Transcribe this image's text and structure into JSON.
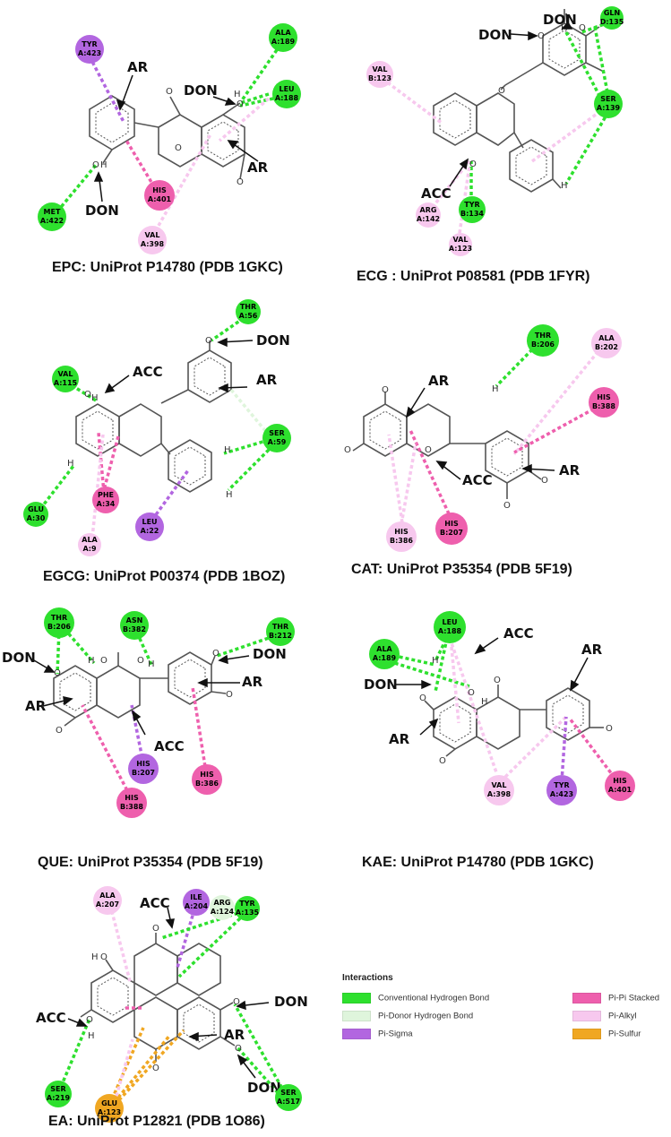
{
  "colors": {
    "conventional_hbond": "#2ee02e",
    "pi_donor_hbond": "#dff5dc",
    "pi_sigma": "#b266e0",
    "pi_pi_stacked": "#ee5fad",
    "pi_alkyl": "#f7c8ee",
    "pi_sulfur": "#f0a722"
  },
  "legend": {
    "title": "Interactions",
    "items": [
      {
        "label": "Conventional Hydrogen Bond",
        "color": "#2ee02e"
      },
      {
        "label": "Pi-Donor Hydrogen Bond",
        "color": "#dff5dc"
      },
      {
        "label": "Pi-Sigma",
        "color": "#b266e0"
      },
      {
        "label": "Pi-Pi Stacked",
        "color": "#ee5fad"
      },
      {
        "label": "Pi-Alkyl",
        "color": "#f7c8ee"
      },
      {
        "label": "Pi-Sulfur",
        "color": "#f0a722"
      }
    ]
  },
  "panels": [
    {
      "id": "epc",
      "caption": "EPC: UniProt P14780 (PDB 1GKC)",
      "residues": [
        {
          "name": "TYR",
          "id": "A:423",
          "type": "pi_sigma"
        },
        {
          "name": "ALA",
          "id": "A:189",
          "type": "conventional_hbond"
        },
        {
          "name": "LEU",
          "id": "A:188",
          "type": "conventional_hbond"
        },
        {
          "name": "MET",
          "id": "A:422",
          "type": "conventional_hbond"
        },
        {
          "name": "HIS",
          "id": "A:401",
          "type": "pi_pi_stacked"
        },
        {
          "name": "VAL",
          "id": "A:398",
          "type": "pi_alkyl"
        }
      ],
      "annotations": [
        "AR",
        "DON",
        "AR",
        "DON"
      ]
    },
    {
      "id": "ecg",
      "caption": "ECG : UniProt P08581 (PDB 1FYR)",
      "residues": [
        {
          "name": "GLN",
          "id": "D:135",
          "type": "conventional_hbond"
        },
        {
          "name": "SER",
          "id": "A:139",
          "type": "conventional_hbond"
        },
        {
          "name": "VAL",
          "id": "B:123",
          "type": "pi_alkyl"
        },
        {
          "name": "ARG",
          "id": "A:142",
          "type": "pi_alkyl"
        },
        {
          "name": "TYR",
          "id": "B:134",
          "type": "conventional_hbond"
        },
        {
          "name": "VAL",
          "id": "A:123",
          "type": "pi_alkyl"
        }
      ],
      "annotations": [
        "DON",
        "DON",
        "ACC"
      ]
    },
    {
      "id": "egcg",
      "caption": "EGCG: UniProt P00374 (PDB 1BOZ)",
      "residues": [
        {
          "name": "THR",
          "id": "A:56",
          "type": "conventional_hbond"
        },
        {
          "name": "VAL",
          "id": "A:115",
          "type": "conventional_hbond"
        },
        {
          "name": "SER",
          "id": "A:59",
          "type": "conventional_hbond"
        },
        {
          "name": "GLU",
          "id": "A:30",
          "type": "conventional_hbond"
        },
        {
          "name": "PHE",
          "id": "A:34",
          "type": "pi_pi_stacked"
        },
        {
          "name": "LEU",
          "id": "A:22",
          "type": "pi_sigma"
        },
        {
          "name": "ALA",
          "id": "A:9",
          "type": "pi_alkyl"
        }
      ],
      "annotations": [
        "DON",
        "ACC",
        "AR"
      ]
    },
    {
      "id": "cat",
      "caption": "CAT: UniProt P35354 (PDB 5F19)",
      "residues": [
        {
          "name": "THR",
          "id": "B:206",
          "type": "conventional_hbond"
        },
        {
          "name": "ALA",
          "id": "B:202",
          "type": "pi_alkyl"
        },
        {
          "name": "HIS",
          "id": "B:388",
          "type": "pi_pi_stacked"
        },
        {
          "name": "HIS",
          "id": "B:386",
          "type": "pi_alkyl"
        },
        {
          "name": "HIS",
          "id": "B:207",
          "type": "pi_pi_stacked"
        }
      ],
      "annotations": [
        "AR",
        "ACC",
        "AR"
      ]
    },
    {
      "id": "que",
      "caption": "QUE: UniProt P35354 (PDB 5F19)",
      "residues": [
        {
          "name": "THR",
          "id": "B:206",
          "type": "conventional_hbond"
        },
        {
          "name": "ASN",
          "id": "B:382",
          "type": "conventional_hbond"
        },
        {
          "name": "THR",
          "id": "B:212",
          "type": "conventional_hbond"
        },
        {
          "name": "HIS",
          "id": "B:207",
          "type": "pi_sigma"
        },
        {
          "name": "HIS",
          "id": "B:386",
          "type": "pi_pi_stacked"
        },
        {
          "name": "HIS",
          "id": "B:388",
          "type": "pi_pi_stacked"
        }
      ],
      "annotations": [
        "DON",
        "DON",
        "AR",
        "AR",
        "ACC"
      ]
    },
    {
      "id": "kae",
      "caption": "KAE: UniProt P14780 (PDB 1GKC)",
      "residues": [
        {
          "name": "LEU",
          "id": "A:188",
          "type": "conventional_hbond"
        },
        {
          "name": "ALA",
          "id": "A:189",
          "type": "conventional_hbond"
        },
        {
          "name": "VAL",
          "id": "A:398",
          "type": "pi_alkyl"
        },
        {
          "name": "TYR",
          "id": "A:423",
          "type": "pi_sigma"
        },
        {
          "name": "HIS",
          "id": "A:401",
          "type": "pi_pi_stacked"
        }
      ],
      "annotations": [
        "ACC",
        "AR",
        "DON",
        "AR"
      ]
    },
    {
      "id": "ea",
      "caption": "EA: UniProt P12821 (PDB 1O86)",
      "residues": [
        {
          "name": "ALA",
          "id": "A:207",
          "type": "pi_alkyl"
        },
        {
          "name": "ILE",
          "id": "A:204",
          "type": "pi_sigma"
        },
        {
          "name": "ARG",
          "id": "A:124",
          "type": "pi_donor_hbond"
        },
        {
          "name": "TYR",
          "id": "A:135",
          "type": "conventional_hbond"
        },
        {
          "name": "SER",
          "id": "A:219",
          "type": "conventional_hbond"
        },
        {
          "name": "SER",
          "id": "A:517",
          "type": "conventional_hbond"
        },
        {
          "name": "GLU",
          "id": "A:123",
          "type": "pi_sulfur"
        }
      ],
      "annotations": [
        "ACC",
        "DON",
        "ACC",
        "AR",
        "DON"
      ]
    }
  ]
}
